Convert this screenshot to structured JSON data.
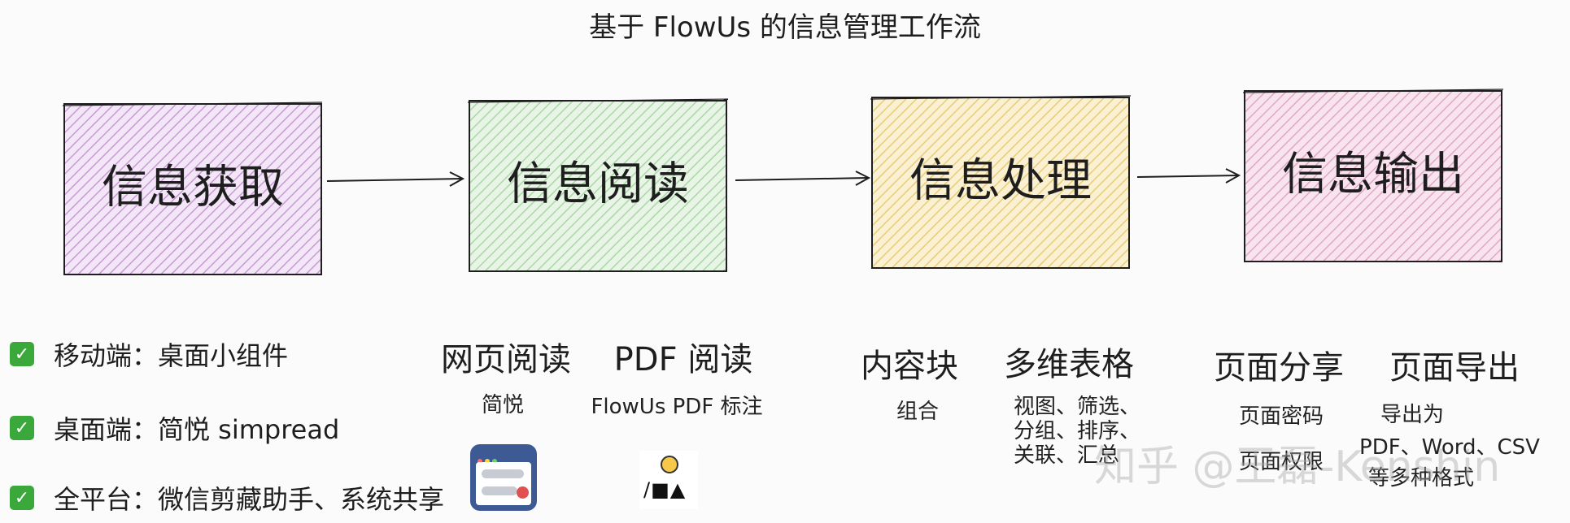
{
  "title": "基于 FlowUs 的信息管理工作流",
  "colors": {
    "box1": "#e6c8ee",
    "box2": "#cfeacd",
    "box3": "#f5e3a8",
    "box4": "#f3ccdf",
    "stroke": "#1e1e1e",
    "check": "#3ba83b"
  },
  "boxes": [
    {
      "label": "信息获取"
    },
    {
      "label": "信息阅读"
    },
    {
      "label": "信息处理"
    },
    {
      "label": "信息输出"
    }
  ],
  "acquisition_items": [
    {
      "icon": "check-icon",
      "text": "移动端：桌面小组件"
    },
    {
      "icon": "check-icon",
      "text": "桌面端：简悦 simpread"
    },
    {
      "icon": "check-icon",
      "text": "全平台：微信剪藏助手、系统共享"
    }
  ],
  "reading": {
    "web": {
      "heading": "网页阅读",
      "sub": "简悦"
    },
    "pdf": {
      "heading": "PDF 阅读",
      "sub": "FlowUs PDF 标注"
    }
  },
  "processing": {
    "block": {
      "heading": "内容块",
      "sub": "组合"
    },
    "table": {
      "heading": "多维表格",
      "lines": [
        "视图、筛选、",
        "分组、排序、",
        "关联、汇总"
      ]
    }
  },
  "output": {
    "share": {
      "heading": "页面分享",
      "lines": [
        "页面密码",
        "页面权限"
      ]
    },
    "export": {
      "heading": "页面导出",
      "lines": [
        "导出为",
        "PDF、Word、CSV",
        "等多种格式"
      ]
    }
  },
  "logo_text": "/■▲",
  "watermark": "知乎 @王磊-Kenshin"
}
